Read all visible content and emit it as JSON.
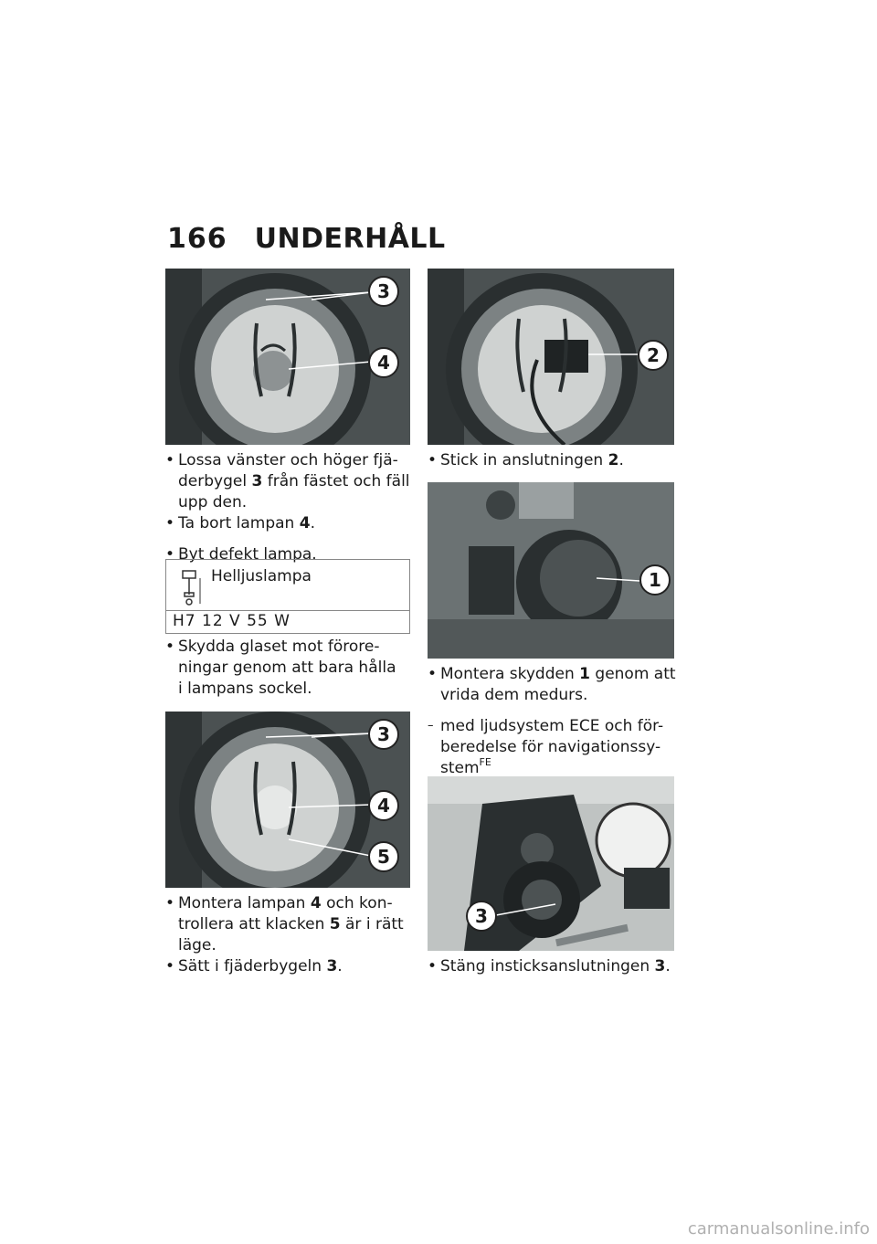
{
  "header": {
    "page_number": "166",
    "title": "UNDERHÅLL"
  },
  "left_column": {
    "step1": {
      "pre": "Lossa vänster och höger fjä-",
      "line2_pre": "derbygel ",
      "ref": "3",
      "line2_post": " från fästet och fäll",
      "line3": "upp den."
    },
    "step2": {
      "pre": "Ta bort lampan ",
      "ref": "4",
      "post": "."
    },
    "step3": {
      "text": "Byt defekt lampa."
    },
    "spec": {
      "label": "Helljuslampa",
      "value": "H7 12 V 55 W"
    },
    "step4": {
      "line1": "Skydda glaset mot förore-",
      "line2": "ningar genom att bara hålla",
      "line3": "i lampans sockel."
    },
    "step5": {
      "pre": "Montera lampan ",
      "ref": "4",
      "post": " och kon-",
      "line2_pre": "trollera att klacken ",
      "ref2": "5",
      "line2_post": " är i rätt",
      "line3": "läge."
    },
    "step6": {
      "pre": "Sätt i fjäderbygeln ",
      "ref": "3",
      "post": "."
    }
  },
  "right_column": {
    "step1": {
      "pre": "Stick in anslutningen ",
      "ref": "2",
      "post": "."
    },
    "step2": {
      "pre": "Montera skydden ",
      "ref": "1",
      "post": " genom att",
      "line2": "vrida dem medurs."
    },
    "condition": {
      "line1": "med ljudsystem ECE och för-",
      "line2": "beredelse för navigationssy-",
      "line3": "stem",
      "sup": "FE"
    },
    "step3": {
      "pre": "Stäng insticksanslutningen ",
      "ref": "3",
      "post": "."
    }
  },
  "figures": {
    "fig1_callouts": [
      "3",
      "4"
    ],
    "fig2_callouts": [
      "2"
    ],
    "fig3_callouts": [
      "3",
      "4",
      "5"
    ],
    "fig4_callouts": [
      "1"
    ],
    "fig5_callouts": [
      "3"
    ]
  },
  "watermark": "carmanualsonline.info",
  "colors": {
    "photo_dark": "#3b4142",
    "photo_mid": "#6d7476",
    "photo_light": "#c9cccb",
    "callout_fill": "#ffffff"
  }
}
